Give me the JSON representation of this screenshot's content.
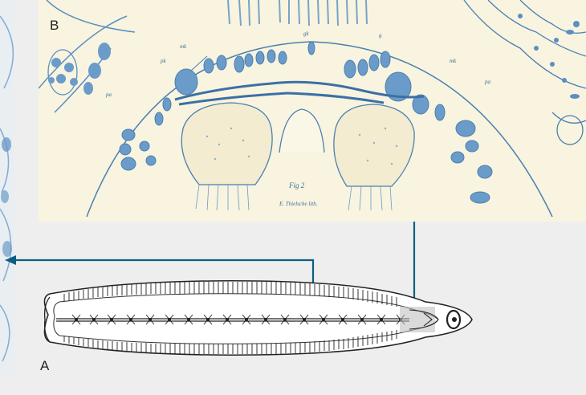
{
  "figure": {
    "panel_b": {
      "label": "B",
      "caption": "Fig 2",
      "credit": "E. Thielsche lith.",
      "annotations": [
        "gk",
        "g",
        "mk",
        "pk",
        "pa",
        "pa",
        "mk"
      ]
    },
    "panel_a": {
      "label": "A"
    },
    "colors": {
      "ink": "#5a8fc2",
      "arrow": "#0d5f82",
      "paper": "#f8f4df",
      "background": "#eeeeee"
    }
  }
}
